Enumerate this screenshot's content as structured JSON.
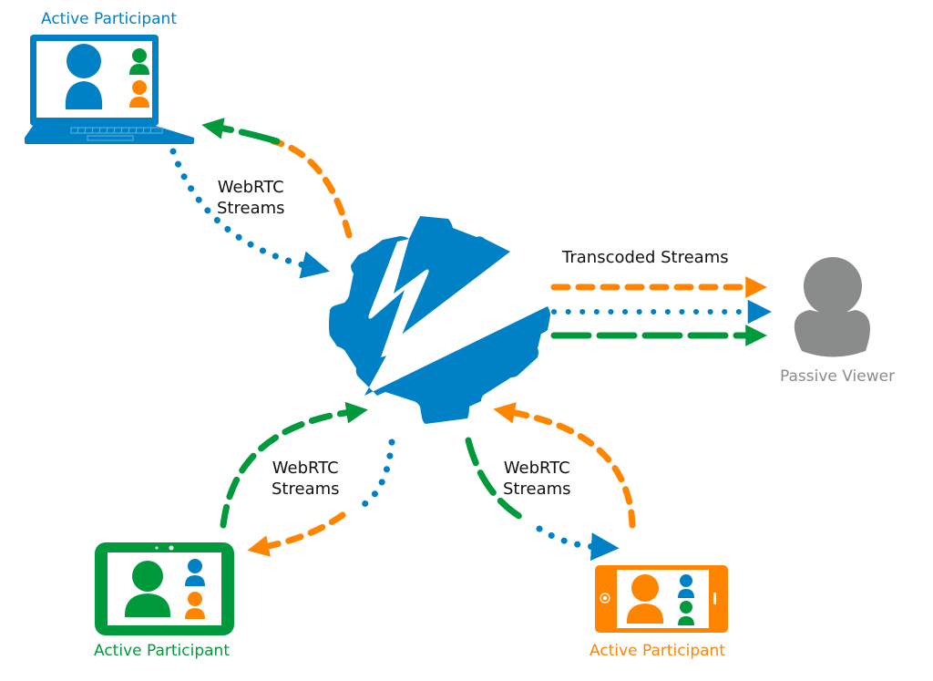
{
  "colors": {
    "blue": "#0081C6",
    "green": "#009A3D",
    "orange": "#FF8500",
    "gray": "#8A8C8C",
    "text": "#111111"
  },
  "server": {
    "name": "media-server",
    "icon": "gear-lightning-logo-icon"
  },
  "participants": [
    {
      "id": "laptop",
      "device": "laptop",
      "label": "Active Participant",
      "color_key": "blue"
    },
    {
      "id": "tablet",
      "device": "tablet",
      "label": "Active Participant",
      "color_key": "green"
    },
    {
      "id": "phone",
      "device": "phone",
      "label": "Active Participant",
      "color_key": "orange"
    }
  ],
  "viewer": {
    "label": "Passive Viewer",
    "color_key": "gray"
  },
  "streams": {
    "laptop": {
      "label_line1": "WebRTC",
      "label_line2": "Streams"
    },
    "tablet": {
      "label_line1": "WebRTC",
      "label_line2": "Streams"
    },
    "phone": {
      "label_line1": "WebRTC",
      "label_line2": "Streams"
    },
    "transcoded": {
      "label": "Transcoded Streams",
      "lines": [
        "orange dashed",
        "blue dotted",
        "green long-dashed"
      ]
    }
  }
}
